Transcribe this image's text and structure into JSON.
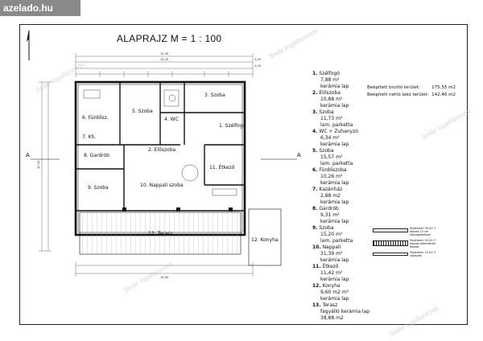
{
  "site_badge": "azelado.hu",
  "watermark": "Smile Ingatlaniroda",
  "title": "ALAPRAJZ  M = 1 : 100",
  "rooms": [
    {
      "no": "1.",
      "name": "Szélfogó",
      "area": "7,88 m²",
      "floor": "kerámia lap"
    },
    {
      "no": "2.",
      "name": "Előszoba",
      "area": "10,88 m²",
      "floor": "kerámia lap"
    },
    {
      "no": "3.",
      "name": "Szoba",
      "area": "11,73 m²",
      "floor": "lam. parketta"
    },
    {
      "no": "4.",
      "name": "WC + Zuhanyzó",
      "area": "6,34 m²",
      "floor": "kerámia lap"
    },
    {
      "no": "5.",
      "name": "Szoba",
      "area": "15,57 m²",
      "floor": "lam. parketta"
    },
    {
      "no": "6.",
      "name": "Fürdőszoba",
      "area": "10,26 m²",
      "floor": "kerámia lap"
    },
    {
      "no": "7.",
      "name": "Kazánház",
      "area": "2,88 m2",
      "floor": "kerámia lap"
    },
    {
      "no": "8.",
      "name": "Gardrób",
      "area": "9,31 m²",
      "floor": "kerámia lap"
    },
    {
      "no": "9.",
      "name": "Szoba",
      "area": "15,20 m²",
      "floor": "lam. parketta"
    },
    {
      "no": "10.",
      "name": "Nappali",
      "area": "31,39 m²",
      "floor": "kerámia lap"
    },
    {
      "no": "11.",
      "name": "Étkező",
      "area": "11,42 m²",
      "floor": "kerámia lap"
    },
    {
      "no": "12.",
      "name": "Konyha",
      "area": "9,60 m2 m²",
      "floor": "kerámia lap"
    },
    {
      "no": "13.",
      "name": "Terasz",
      "area": "fagyálló kerámia lap",
      "floor": "38,88 m2"
    }
  ],
  "summary": [
    {
      "label": "Beépített bruttó terület:",
      "value": "175,55 m2"
    },
    {
      "label": "Beépített nettó lakó terület:",
      "value": "142,46 m2"
    }
  ],
  "legend": [
    "Porotherm 30 N+ F falazat 10 cm hőszigeteléssel",
    "Porotherm 30 N+ F falazat tetemeknél falazat",
    "Porotherm 10 N+ F válaszfal"
  ],
  "plan_labels": {
    "r1": "1. Szélfogó",
    "r2": "2. Előszoba",
    "r3": "3. Szoba",
    "r4": "4. WC",
    "r5": "5. Szoba",
    "r6": "6. Fürdősz.",
    "r7": "7. Kh.",
    "r8": "8. Gardrób",
    "r9": "9. Szoba",
    "r10": "10. Nappali szoba",
    "r11": "11. Étkező",
    "r12": "12. Konyha",
    "r13": "13. Terasz"
  },
  "dims": {
    "top_total": "15,30",
    "top_inner": "14,10",
    "bottom_total": "14,90",
    "side_total": "10,15",
    "right_a": "1,20",
    "right_b": "1,20"
  },
  "section_marks": [
    "A",
    "A"
  ]
}
